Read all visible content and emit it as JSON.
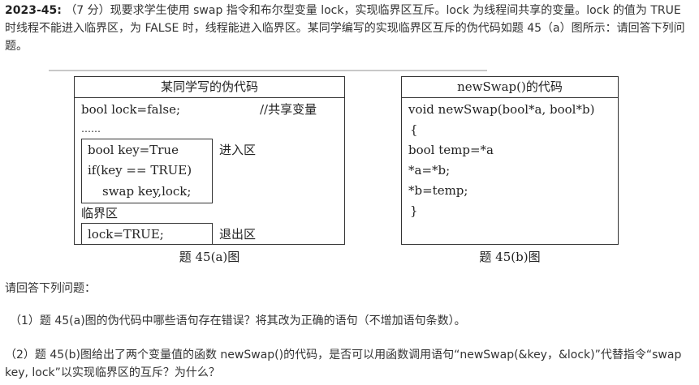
{
  "intro": {
    "qnum": "2023-45:",
    "text": "（7 分）现要求学生使用 swap 指令和布尔型变量 lock，实现临界区互斥。lock 为线程间共享的变量。lock 的值为 TRUE 时线程不能进入临界区，为 FALSE 时，线程能进入临界区。某同学编写的实现临界区互斥的伪代码如题 45（a）图所示：请回答下列问题。"
  },
  "figure_a": {
    "title": "某同学写的伪代码",
    "line1": "bool lock=false;",
    "comment1": "//共享变量",
    "dots": "……",
    "entry_lines": [
      "bool key=True",
      "if(key == TRUE)",
      "swap key,lock;"
    ],
    "entry_label": "进入区",
    "critical_label": "临界区",
    "exit_line": "lock=TRUE;",
    "exit_label": "退出区",
    "caption": "题 45(a)图"
  },
  "figure_b": {
    "title": "newSwap()的代码",
    "lines": [
      "void newSwap(bool*a, bool*b)",
      "{",
      "bool temp=*a",
      "*a=*b;",
      "*b=temp;",
      "}"
    ],
    "caption": "题 45(b)图"
  },
  "prompt": "请回答下列问题：",
  "q1": "（1）题 45(a)图的伪代码中哪些语句存在错误？将其改为正确的语句（不增加语句条数）。",
  "q2": "（2）题 45(b)图给出了两个变量值的函数 newSwap()的代码，是否可以用函数调用语句“newSwap(&key，&lock)”代替指令“swap key, lock”以实现临界区的互斥？为什么？"
}
